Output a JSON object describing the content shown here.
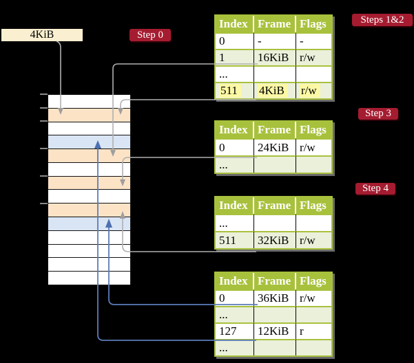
{
  "label_box": {
    "text": "4KiB"
  },
  "badges": {
    "step0": "Step 0",
    "steps12": "Steps 1&2",
    "step3": "Step 3",
    "step4": "Step 4"
  },
  "colors": {
    "background": "#000000",
    "badge_red": "#a51c30",
    "table_header_green": "#a8c13d",
    "table_row_green": "#eaf0da",
    "highlight_yellow": "#fcf8a5",
    "frame_free_white": "#ffffff",
    "frame_pagetable_wheat": "#fce3c6",
    "frame_data_blue": "#d9e5f4",
    "label_box_cream": "#faefd0",
    "arrow_gray": "#b0b0b0",
    "arrow_blue": "#5b7cba"
  },
  "memory": {
    "rows": [
      {
        "style": "background:#ffffff"
      },
      {
        "style": "background:#fce3c6"
      },
      {
        "style": "background:#ffffff"
      },
      {
        "style": "background:#d9e5f4"
      },
      {
        "style": "background:#fce3c6"
      },
      {
        "style": "background:#ffffff"
      },
      {
        "style": "background:#fce3c6"
      },
      {
        "style": "background:#ffffff"
      },
      {
        "style": "background:#fce3c6"
      },
      {
        "style": "background:#d9e5f4"
      },
      {
        "style": "background:#ffffff"
      },
      {
        "style": "background:#ffffff"
      },
      {
        "style": "background:#ffffff"
      },
      {
        "style": "background:#ffffff"
      }
    ]
  },
  "tables": [
    {
      "headers": [
        "Index",
        "Frame",
        "Flags"
      ],
      "rows": [
        {
          "cells": [
            "0",
            "-",
            "-"
          ]
        },
        {
          "cells": [
            "1",
            "16KiB",
            "r/w"
          ]
        },
        {
          "cells": [
            "...",
            "",
            ""
          ]
        },
        {
          "cells": [
            "511",
            "4KiB",
            "r/w"
          ]
        }
      ]
    },
    {
      "headers": [
        "Index",
        "Frame",
        "Flags"
      ],
      "rows": [
        {
          "cells": [
            "0",
            "24KiB",
            "r/w"
          ]
        },
        {
          "cells": [
            "...",
            "",
            ""
          ]
        }
      ]
    },
    {
      "headers": [
        "Index",
        "Frame",
        "Flags"
      ],
      "rows": [
        {
          "cells": [
            "...",
            "",
            ""
          ]
        },
        {
          "cells": [
            "511",
            "32KiB",
            "r/w"
          ]
        }
      ]
    },
    {
      "headers": [
        "Index",
        "Frame",
        "Flags"
      ],
      "rows": [
        {
          "cells": [
            "0",
            "36KiB",
            "r/w"
          ]
        },
        {
          "cells": [
            "...",
            "",
            ""
          ]
        },
        {
          "cells": [
            "127",
            "12KiB",
            "r"
          ]
        },
        {
          "cells": [
            "...",
            "",
            ""
          ]
        }
      ]
    }
  ]
}
